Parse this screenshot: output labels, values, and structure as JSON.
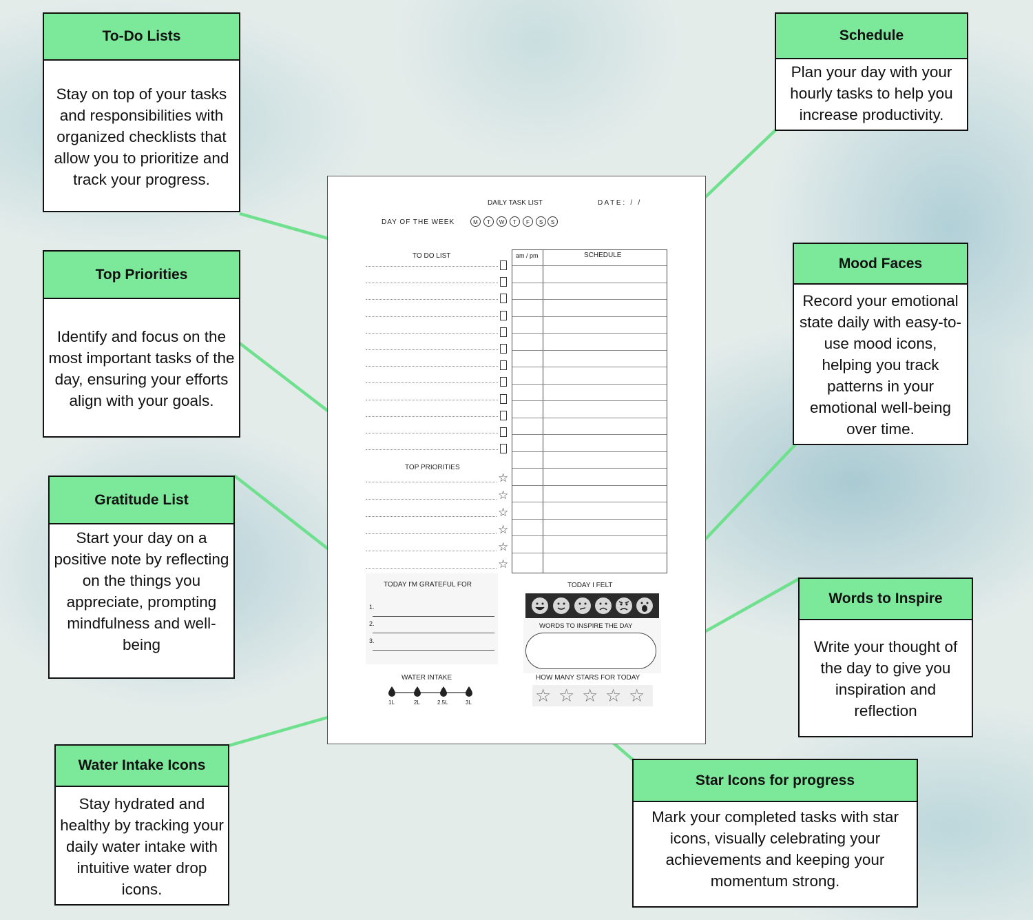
{
  "callouts": {
    "todo": {
      "title": "To-Do Lists",
      "body": "Stay on top of your tasks and responsibilities with organized checklists that allow you to prioritize and track your progress."
    },
    "priorities": {
      "title": "Top Priorities",
      "body": "Identify and focus on the most important tasks of the day, ensuring your efforts align with your goals."
    },
    "gratitude": {
      "title": "Gratitude List",
      "body": "Start your day on a positive note by reflecting on the things you appreciate, prompting mindfulness and well-being"
    },
    "water": {
      "title": "Water Intake Icons",
      "body": "Stay hydrated and healthy by tracking your daily water intake with intuitive water drop icons."
    },
    "schedule": {
      "title": "Schedule",
      "body": "Plan your day with your hourly tasks to help you increase productivity."
    },
    "mood": {
      "title": "Mood Faces",
      "body": "Record your emotional state daily with easy-to-use mood icons, helping you track patterns in your emotional well-being over time."
    },
    "words": {
      "title": "Words to Inspire",
      "body": "Write your thought of the day to give you inspiration and reflection"
    },
    "stars": {
      "title": "Star Icons for progress",
      "body": "Mark your completed tasks with star icons, visually celebrating your achievements and keeping your momentum strong."
    }
  },
  "planner": {
    "title": "DAILY TASK LIST",
    "date_label": "D A T E :   /   /",
    "day_label": "DAY OF THE WEEK",
    "days": [
      "M",
      "T",
      "W",
      "T",
      "F",
      "S",
      "S"
    ],
    "todo_label": "TO DO LIST",
    "ampm_label": "am / pm",
    "schedule_label": "SCHEDULE",
    "priorities_label": "TOP PRIORITIES",
    "grateful_label": "TODAY I'M GRATEFUL FOR",
    "grateful_items": [
      "1.",
      "2.",
      "3."
    ],
    "felt_label": "TODAY I FELT",
    "words_label": "WORDS TO INSPIRE THE DAY",
    "stars_label": "HOW MANY STARS FOR TODAY",
    "water_label": "WATER INTAKE",
    "water_levels": [
      "1L",
      "2L",
      "2.5L",
      "3L"
    ]
  },
  "colors": {
    "accent": "#7ce89a",
    "arrow": "#6fe08e"
  }
}
